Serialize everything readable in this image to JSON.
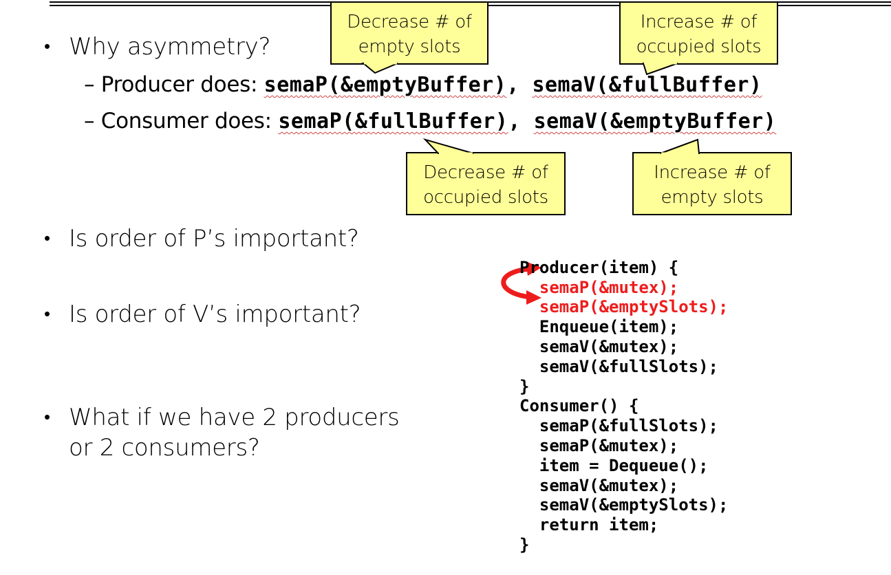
{
  "bullets": {
    "b1": "Why asymmetry?",
    "b2": "Is order of P’s important?",
    "b3": "Is order of V’s important?",
    "b4_line1": "What if we have 2 producers",
    "b4_line2": "or 2 consumers?"
  },
  "producer_line": {
    "prefix": "– Producer does: ",
    "call1": "semaP(&emptyBuffer)",
    "sep": ", ",
    "call2": "semaV(&fullBuffer)"
  },
  "consumer_line": {
    "prefix": "– Consumer does: ",
    "call1": "semaP(&fullBuffer)",
    "sep": ", ",
    "call2": "semaV(&emptyBuffer)"
  },
  "callouts": {
    "top_left": [
      "Decrease # of",
      "empty slots"
    ],
    "top_right": [
      "Increase # of",
      "occupied slots"
    ],
    "bottom_left": [
      "Decrease # of",
      "occupied slots"
    ],
    "bottom_right": [
      "Increase # of",
      "empty slots"
    ]
  },
  "code": {
    "producer": [
      "Producer(item) {",
      "  semaP(&mutex);",
      "  semaP(&emptySlots);",
      "  Enqueue(item);",
      "  semaV(&mutex);",
      "  semaV(&fullSlots);",
      "}"
    ],
    "consumer": [
      "Consumer() {",
      "  semaP(&fullSlots);",
      "  semaP(&mutex);",
      "  item = Dequeue();",
      "  semaV(&mutex);",
      "  semaV(&emptySlots);",
      "  return item;",
      "}"
    ]
  },
  "colors": {
    "callout_fill": "#ffff99",
    "highlight_red": "#ee1c1c",
    "squiggle": "#d24040"
  },
  "icons": {
    "swap_arrow": "curved-swap-arrow-icon"
  }
}
